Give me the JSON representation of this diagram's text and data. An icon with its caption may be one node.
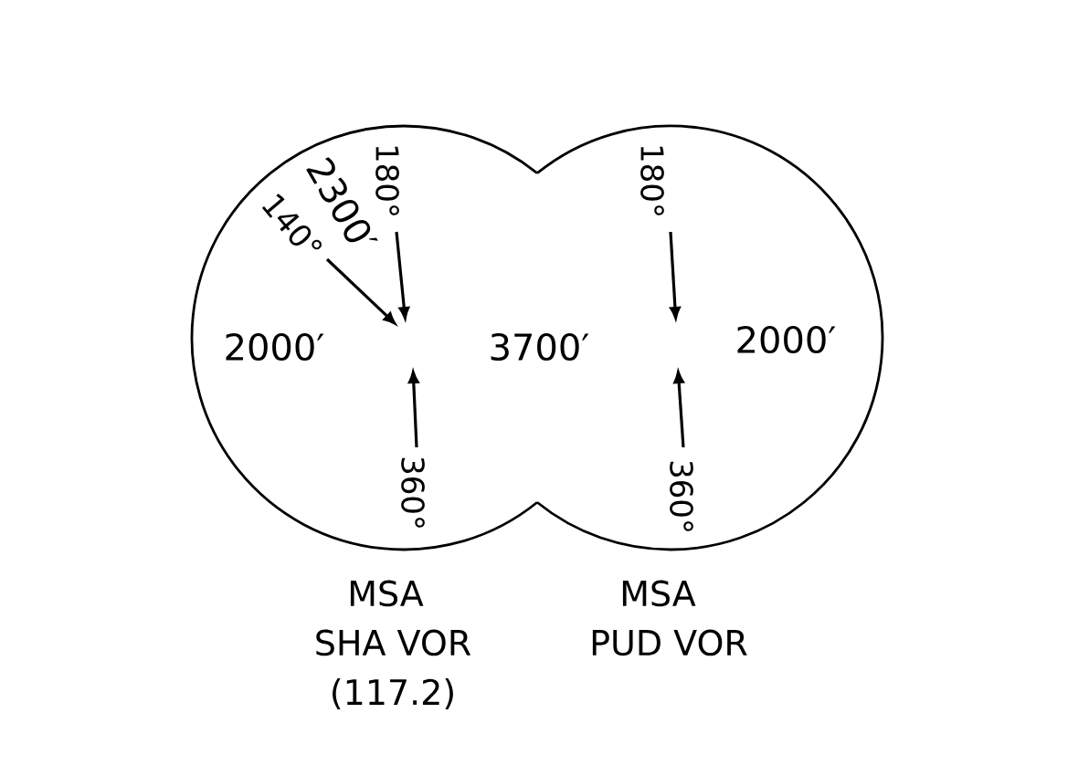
{
  "diagram": {
    "nodes": [
      {
        "text": [
          "180°",
          "2300′",
          "140°",
          "2000′",
          "360°"
        ],
        "beside": [
          "MSA",
          "SHA VOR",
          "(117.2)"
        ]
      },
      {
        "text": [
          "180°",
          "2000′",
          "360°"
        ],
        "beside": [
          "MSA",
          "PUD VOR"
        ]
      }
    ],
    "labels": [
      "3700′"
    ]
  }
}
